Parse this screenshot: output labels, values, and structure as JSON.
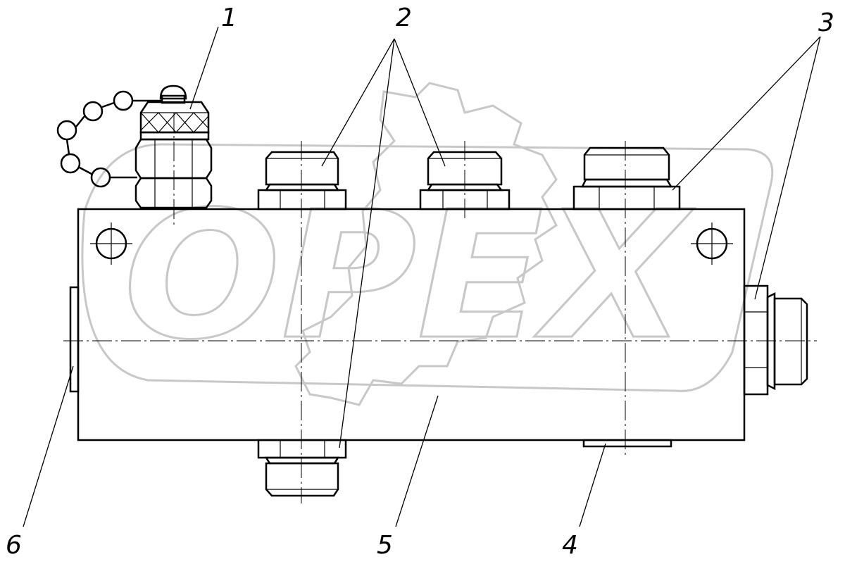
{
  "watermark": {
    "text": "OPEX"
  },
  "callouts": [
    {
      "id": "c1",
      "label": "1"
    },
    {
      "id": "c2",
      "label": "2"
    },
    {
      "id": "c3",
      "label": "3"
    },
    {
      "id": "c4",
      "label": "4"
    },
    {
      "id": "c5",
      "label": "5"
    },
    {
      "id": "c6",
      "label": "6"
    }
  ]
}
